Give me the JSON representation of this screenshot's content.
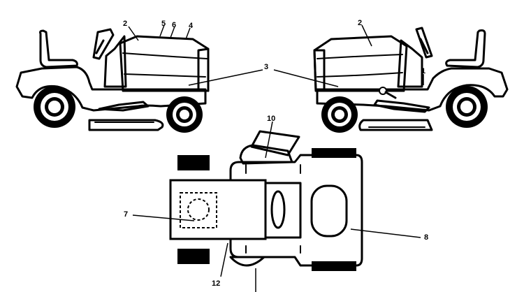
{
  "callouts": {
    "c1": "1",
    "c2_left": "2",
    "c2_right": "2",
    "c3": "3",
    "c4": "4",
    "c5": "5",
    "c6": "6",
    "c7": "7",
    "c8": "8",
    "c10": "10",
    "c12": "12"
  },
  "colors": {
    "ink": "#000000",
    "paper": "#ffffff"
  },
  "icons": {
    "left_view": "mower-left-side",
    "right_view": "mower-right-side",
    "top_view": "mower-top-view"
  }
}
